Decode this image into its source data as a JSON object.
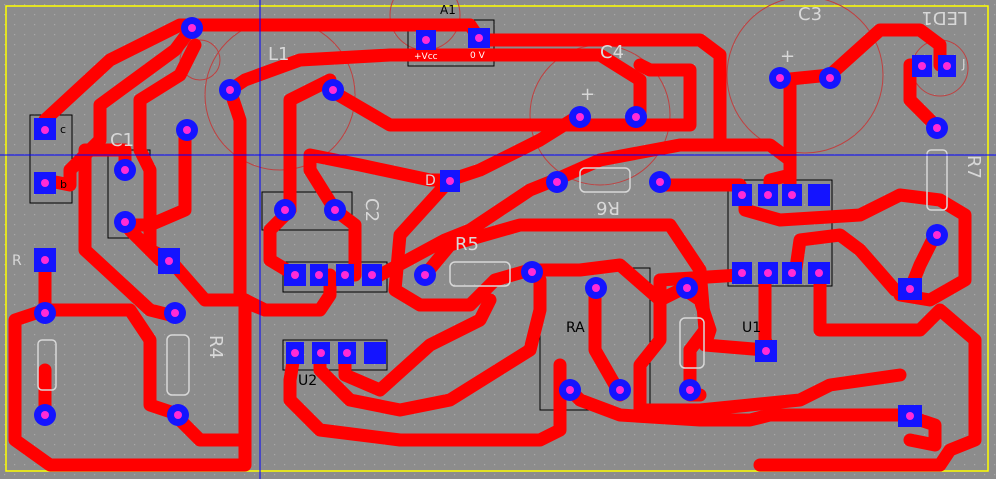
{
  "colors": {
    "background": "#8c8c8c",
    "grid_dot": "#a8a8a8",
    "trace": "#ff0000",
    "pad": "#1414ff",
    "via_hole": "#ff2bd6",
    "silkscreen": "#d8d8d8",
    "outline_silk": "#000000",
    "board_outline": "#ffff00",
    "crosshair": "#0000ff",
    "circle_outline": "#c04040"
  },
  "labels": {
    "a1": "A1",
    "vcc": "+Vcc",
    "zero_v": "0 V",
    "c1": "C1",
    "c2": "C2",
    "c3": "C3",
    "c4": "C4",
    "r4": "R4",
    "r5": "R5",
    "r6": "R6",
    "r7": "R7",
    "led1": "LED1",
    "ra": "RA",
    "u1": "U1",
    "u2": "U2",
    "l1": "L1",
    "q_side": "c",
    "q_side2": "b",
    "r_left": "R",
    "plus1": "+",
    "plus2": "+",
    "j1": "J",
    "d_label": "D"
  },
  "icons": {
    "pad": "square-pad-icon",
    "via": "round-via-icon"
  }
}
